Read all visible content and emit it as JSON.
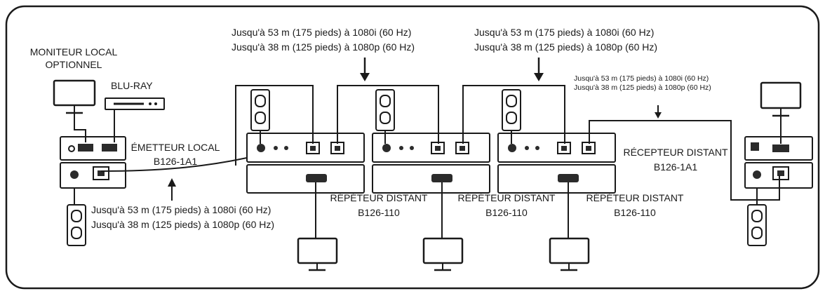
{
  "devices": {
    "local_monitor": "MONITEUR LOCAL OPTIONNEL",
    "bluray": "BLU-RAY",
    "transmitter_name": "ÉMETTEUR LOCAL",
    "transmitter_model": "B126-1A1",
    "repeaters": [
      {
        "name": "RÉPÉTEUR DISTANT",
        "model": "B126-110"
      },
      {
        "name": "RÉPÉTEUR DISTANT",
        "model": "B126-110"
      },
      {
        "name": "RÉPÉTEUR DISTANT",
        "model": "B126-110"
      }
    ],
    "receiver_name": "RÉCEPTEUR DISTANT",
    "receiver_model": "B126-1A1"
  },
  "distances": {
    "link1": [
      "Jusqu'à 53 m (175 pieds) à 1080i (60 Hz)",
      "Jusqu'à 38 m (125 pieds) à 1080p (60 Hz)"
    ],
    "link2": [
      "Jusqu'à 53 m (175 pieds) à 1080i (60 Hz)",
      "Jusqu'à 38 m (125 pieds) à 1080p (60 Hz)"
    ],
    "link3": [
      "Jusqu'à 53 m (175 pieds) à 1080i (60 Hz)",
      "Jusqu'à 38 m (125 pieds) à 1080p (60 Hz)"
    ],
    "link4": [
      "Jusqu'à 53 m (175 pieds) à 1080i (60 Hz)",
      "Jusqu'à 38 m (125 pieds) à 1080p (60 Hz)"
    ]
  },
  "colors": {
    "stroke": "#1a1a1a",
    "fill": "#ffffff",
    "dark": "#2b2b2b"
  }
}
